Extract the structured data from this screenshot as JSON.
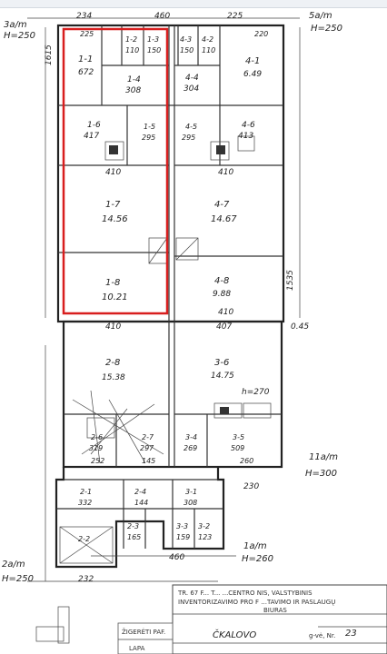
{
  "floor_heights": {
    "top_left": "H=250",
    "top_right": "H=250",
    "mid_right": "H=300",
    "bottom_left": "H=250",
    "bottom_right": "H=260"
  },
  "apartment_marks": {
    "top_left": "3a/m",
    "top_right": "5a/m",
    "mid_right": "11a/m",
    "bottom_left": "2a/m",
    "bottom_right": "1a/m"
  },
  "dimensions": {
    "top_a": "234",
    "top_b": "460",
    "top_c": "225",
    "top_d": "220",
    "top_e": "225",
    "left_side_1": "1615",
    "right_side_1": "1535",
    "right_045": "0.45",
    "mid_410_a": "410",
    "mid_410_b": "410",
    "mid_410_c": "410",
    "mid_410_d": "410",
    "mid_407": "407",
    "h_270": "h=270",
    "bottom_230": "230",
    "bottom_460": "460",
    "bottom_232": "232",
    "bottom_252": "252",
    "bottom_260": "260",
    "bottom_145": "145"
  },
  "rooms": [
    {
      "id": "1-1",
      "area": "672"
    },
    {
      "id": "1-2",
      "area": "110"
    },
    {
      "id": "1-3",
      "area": "150"
    },
    {
      "id": "1-4",
      "area": "308"
    },
    {
      "id": "1-5",
      "area": "295"
    },
    {
      "id": "1-6",
      "area": "417"
    },
    {
      "id": "1-7",
      "area": "14.56"
    },
    {
      "id": "1-8",
      "area": "10.21"
    },
    {
      "id": "4-1",
      "area": "6.49"
    },
    {
      "id": "4-2",
      "area": "110"
    },
    {
      "id": "4-3",
      "area": "150"
    },
    {
      "id": "4-4",
      "area": "304"
    },
    {
      "id": "4-5",
      "area": "295"
    },
    {
      "id": "4-6",
      "area": "413"
    },
    {
      "id": "4-7",
      "area": "14.67"
    },
    {
      "id": "4-8",
      "area": "9.88"
    },
    {
      "id": "2-8",
      "area": "15.38"
    },
    {
      "id": "3-6",
      "area": "14.75"
    },
    {
      "id": "2-6",
      "area": "319"
    },
    {
      "id": "2-7",
      "area": "297"
    },
    {
      "id": "3-4",
      "area": "269"
    },
    {
      "id": "3-5",
      "area": "509"
    },
    {
      "id": "2-1",
      "area": "332"
    },
    {
      "id": "2-4",
      "area": "144"
    },
    {
      "id": "3-1",
      "area": "308"
    },
    {
      "id": "2-2",
      "area": ""
    },
    {
      "id": "2-3",
      "area": "165"
    },
    {
      "id": "3-3",
      "area": "159"
    },
    {
      "id": "3-2",
      "area": "123"
    }
  ],
  "stamp": {
    "line1": "TR. 67 F... T... ...CENTRO NIS, VALSTYBINIS",
    "line2": "INVENTORIZAVIMO PRO F ...TAVIMO IR PASLAUGŲ",
    "line3": "BIURAS",
    "footer_left": "ŽIGERĖTI PAF.",
    "footer_left2": "LAPA",
    "city": "ČKALOVO",
    "street_label": "g-vė, Nr.",
    "street_no": "23"
  }
}
